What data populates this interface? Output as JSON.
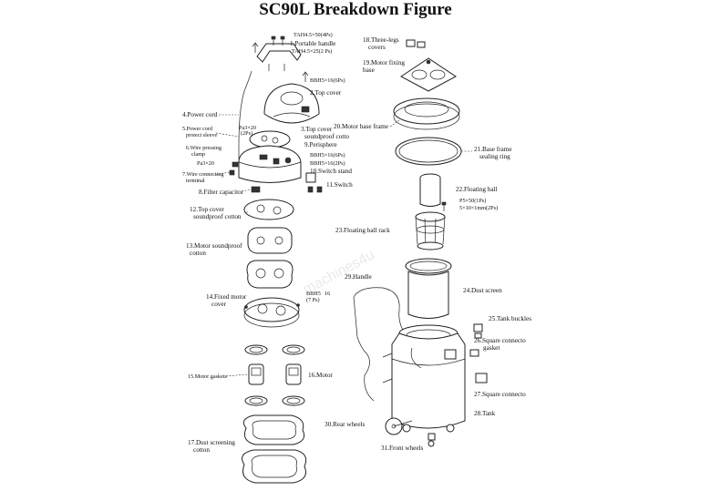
{
  "title": "SC90L Breakdown Figure",
  "watermark": "machines4u",
  "labels": {
    "tah_4ps": "TAH4.5×50(4Ps)",
    "p1": "1.Portable handle",
    "tah_2ps": "TAH4.5×25(2 Ps)",
    "bbh_6ps_top": "BBH5×16(6Ps)",
    "p2": "2.Top cover",
    "p4": "4.Power cord",
    "pa3_20_a": "Pa3×20",
    "pa3_20_a2": "(2Ps)",
    "p5a": "5.Power cord",
    "p5b": "protect sleeve",
    "p3a": "3.Top cover",
    "p3b": "soundproof cotto",
    "p6a": "6.Wire pressing",
    "p6b": "clamp",
    "p9": "9.Perisphere",
    "pa3_20_b": "Pa3×20",
    "bbh_6ps_mid": "BBH5×16(6Ps)",
    "bbh_2ps": "BBH5×16(2Ps)",
    "p7a": "7.Wire connecting",
    "p7b": "terminal",
    "p10": "10.Switch stand",
    "p11": "11.Switch",
    "p8": "8.Filter capacitor",
    "p12a": "12.Top cover",
    "p12b": "soundproof cotton",
    "p13a": "13.Motor soundproof",
    "p13b": "cotton",
    "p14a": "14.Fixed motor",
    "p14b": "cover",
    "bbh5_a": "BBH5",
    "bbh5_b": "16",
    "bbh5_c": "(7 Ps)",
    "p15": "15.Motor gaskets",
    "p16": "16.Motor",
    "p17a": "17.Dust screening",
    "p17b": "cotton",
    "p18a": "18.Three-legs",
    "p18b": "covers",
    "p19a": "19.Motor fixing",
    "p19b": "base",
    "p20": "20.Motor base frame",
    "p21a": "21.Base frame",
    "p21b": "sealing ring",
    "p22": "22.Floating ball",
    "p5x50": "P5×50(1Ps)",
    "p5x10": "5×10×1mm(2Ps)",
    "p23": "23.Floating ball rack",
    "p29": "29.Handle",
    "p24": "24.Dust screen",
    "p25": "25.Tank buckles",
    "p26a": "26.Square connecto",
    "p26b": "gasket",
    "p27": "27.Square connecto",
    "p28": "28.Tank",
    "p30": "30.Rear wheels",
    "p31": "31.Front wheels"
  }
}
